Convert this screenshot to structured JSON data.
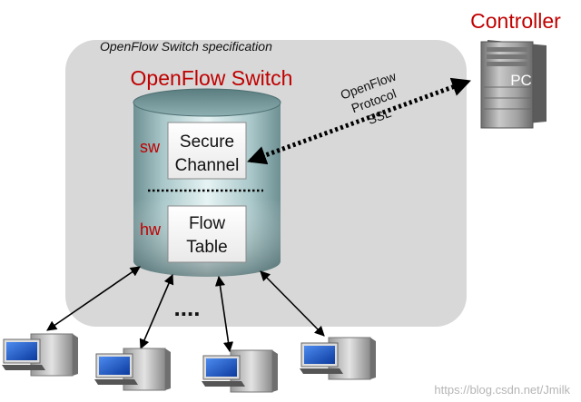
{
  "spec_label": "OpenFlow Switch specification",
  "switch_title": "OpenFlow Switch",
  "controller": {
    "title": "Controller",
    "pc_label": "PC"
  },
  "link_labels": [
    "OpenFlow",
    "Protocol",
    "SSL"
  ],
  "layers": {
    "sw": {
      "tag": "sw",
      "box_lines": [
        "Secure",
        "Channel"
      ]
    },
    "hw": {
      "tag": "hw",
      "box_lines": [
        "Flow",
        "Table"
      ]
    }
  },
  "ellipsis": "....",
  "watermark": "https://blog.csdn.net/Jmilk",
  "colors": {
    "red_text": "#c00000",
    "spec_panel": "#d8d8d8",
    "cylinder_light": "#dcecee",
    "cylinder_dark": "#5f7f82",
    "screen_blue": "#1f5fd0",
    "server_gray": "#8e8e8e"
  }
}
